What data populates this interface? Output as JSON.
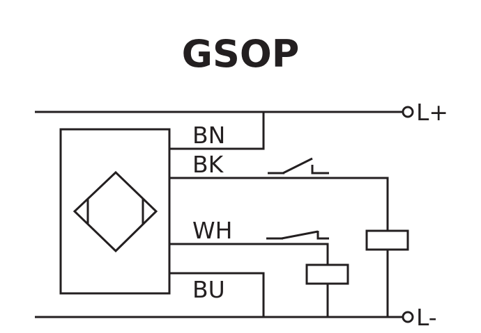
{
  "title": "GSOP",
  "colors": {
    "line": "#231f20",
    "background": "#ffffff"
  },
  "terminals": {
    "positive": "L+",
    "negative": "L-"
  },
  "wires": {
    "brown": "BN",
    "black": "BK",
    "white": "WH",
    "blue": "BU"
  },
  "symbols": {
    "sensor": "inductive-sensor-icon",
    "switch_no": "normally-open-contact-icon",
    "load": "load-icon",
    "terminal": "terminal-circle-icon"
  }
}
